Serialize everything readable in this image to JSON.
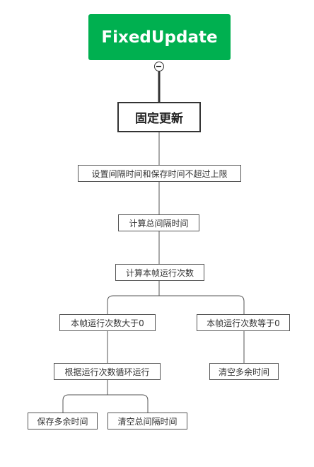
{
  "diagram": {
    "root": {
      "label": "FixedUpdate",
      "color": "#00b050"
    },
    "main": {
      "label": "固定更新"
    },
    "steps": [
      {
        "label": "设置间隔时间和保存时间不超过上限"
      },
      {
        "label": "计算总间隔时间"
      },
      {
        "label": "计算本帧运行次数"
      }
    ],
    "branch_gt": {
      "label": "本帧运行次数大于0",
      "child": {
        "label": "根据运行次数循环运行"
      },
      "leaves": [
        {
          "label": "保存多余时间"
        },
        {
          "label": "清空总间隔时间"
        }
      ]
    },
    "branch_eq": {
      "label": "本帧运行次数等于0",
      "child": {
        "label": "清空多余时间"
      }
    }
  }
}
